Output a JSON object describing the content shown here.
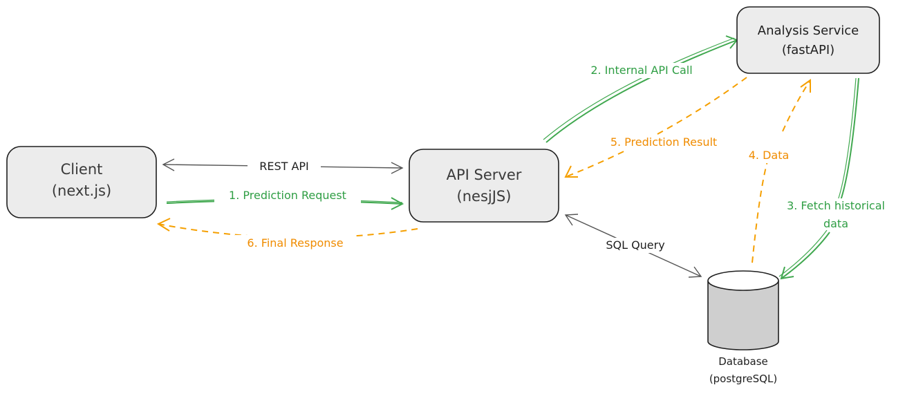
{
  "nodes": {
    "client": {
      "line1": "Client",
      "line2": "(next.js)"
    },
    "api_server": {
      "line1": "API Server",
      "line2": "(nesjJS)"
    },
    "analysis_service": {
      "line1": "Analysis Service",
      "line2": "(fastAPI)"
    },
    "database": {
      "line1": "Database",
      "line2": "(postgreSQL)"
    }
  },
  "edges": {
    "rest_api": "REST API",
    "prediction_request": "1. Prediction Request",
    "internal_api_call": "2. Internal API Call",
    "fetch_historical_line1": "3. Fetch historical",
    "fetch_historical_line2": "data",
    "data": "4. Data",
    "prediction_result": "5. Prediction Result",
    "final_response": "6. Final Response",
    "sql_query": "SQL Query"
  },
  "colors": {
    "green": "#2f9e44",
    "orange": "#f08c00",
    "node_fill": "#ececec",
    "database_fill": "#cfcfcf"
  }
}
